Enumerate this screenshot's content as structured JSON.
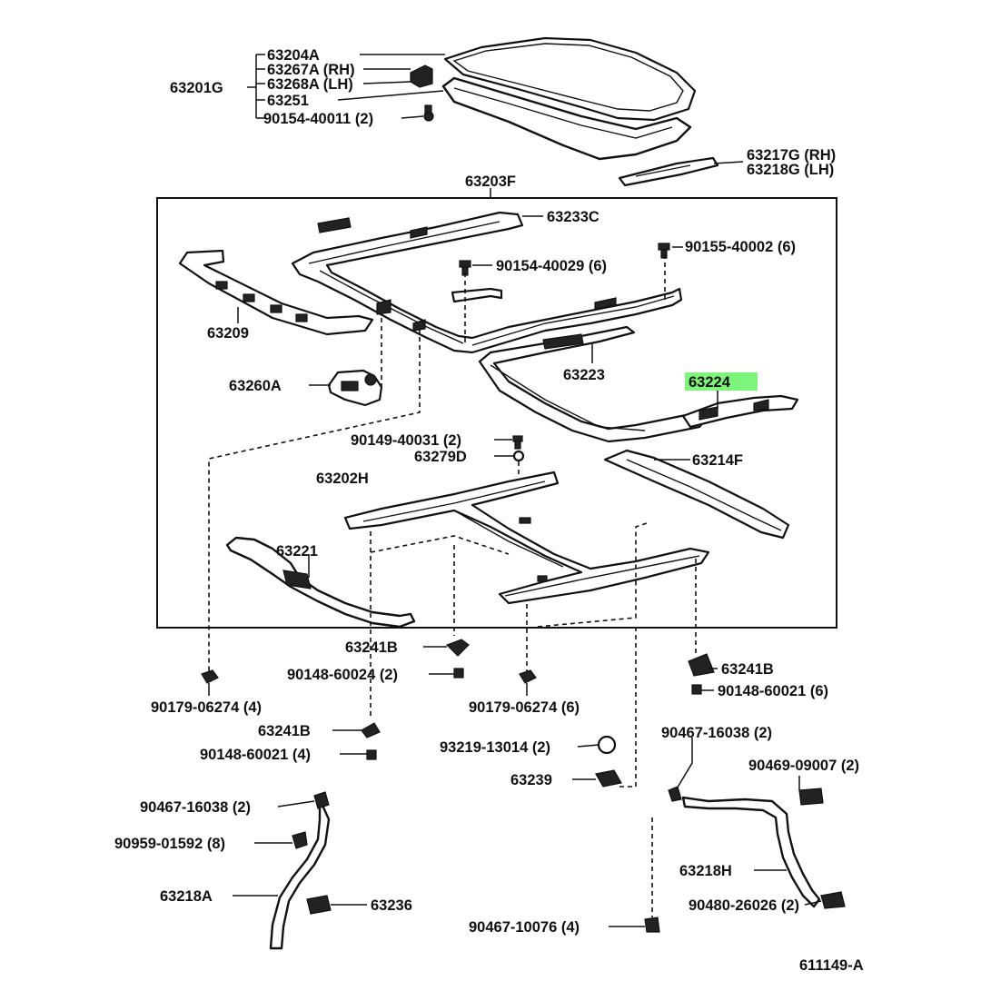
{
  "diagram": {
    "figure_code": "611149-A",
    "highlighted_part": "63224",
    "labels": {
      "l63201G": "63201G",
      "l63204A": "63204A",
      "l63267A": "63267A (RH)",
      "l63268A": "63268A (LH)",
      "l63251": "63251",
      "l90154_40011": "90154-40011 (2)",
      "l63217G": "63217G (RH)",
      "l63218G": "63218G (LH)",
      "l63203F": "63203F",
      "l63233C": "63233C",
      "l90155_40002": "90155-40002 (6)",
      "l90154_40029": "90154-40029 (6)",
      "l63209": "63209",
      "l63223": "63223",
      "l63224": "63224",
      "l63260A": "63260A",
      "l90149_40031": "90149-40031 (2)",
      "l63279D": "63279D",
      "l63214F": "63214F",
      "l63202H": "63202H",
      "l63221": "63221",
      "l63241B_a": "63241B",
      "l90148_60024": "90148-60024 (2)",
      "l63241B_b": "63241B",
      "l90148_60021_b": "90148-60021 (6)",
      "l90179_06274_a": "90179-06274 (4)",
      "l90179_06274_b": "90179-06274 (6)",
      "l63241B_c": "63241B",
      "l90148_60021_c": "90148-60021 (4)",
      "l93219_13014": "93219-13014 (2)",
      "l63239": "63239",
      "l90467_16038_a": "90467-16038 (2)",
      "l90469_09007": "90469-09007 (2)",
      "l90467_16038_b": "90467-16038 (2)",
      "l90959_01592": "90959-01592 (8)",
      "l63218H": "63218H",
      "l63218A": "63218A",
      "l63236": "63236",
      "l90480_26026": "90480-26026 (2)",
      "l90467_10076": "90467-10076 (4)"
    }
  }
}
